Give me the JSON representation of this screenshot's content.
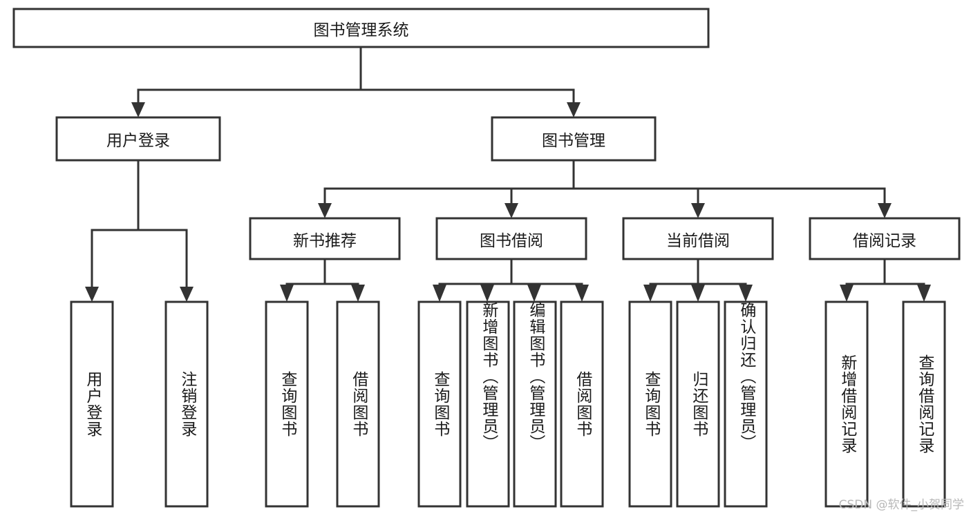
{
  "diagram": {
    "title": "图书管理系统",
    "type": "tree-hierarchy",
    "watermark": "CSDN @软件_小贺同学",
    "colors": {
      "stroke": "#333333",
      "fill": "#ffffff",
      "text": "#1a1a1a",
      "watermark": "#b8b8b8"
    },
    "levels": {
      "root": {
        "label": "图书管理系统"
      },
      "level2": [
        {
          "id": "user-login",
          "label": "用户登录"
        },
        {
          "id": "book-manage",
          "label": "图书管理"
        }
      ],
      "level3": [
        {
          "id": "new-book-recommend",
          "label": "新书推荐"
        },
        {
          "id": "book-borrow",
          "label": "图书借阅"
        },
        {
          "id": "current-borrow",
          "label": "当前借阅"
        },
        {
          "id": "borrow-record",
          "label": "借阅记录"
        }
      ],
      "leaves": {
        "user-login": [
          {
            "id": "leaf-user-login",
            "label": "用户登录"
          },
          {
            "id": "leaf-user-logout",
            "label": "注销登录"
          }
        ],
        "new-book-recommend": [
          {
            "id": "leaf-query-book-1",
            "label": "查询图书"
          },
          {
            "id": "leaf-borrow-book-1",
            "label": "借阅图书"
          }
        ],
        "book-borrow": [
          {
            "id": "leaf-query-book-2",
            "label": "查询图书"
          },
          {
            "id": "leaf-add-book",
            "label": "新增图书（管理员）"
          },
          {
            "id": "leaf-edit-book",
            "label": "编辑图书（管理员）"
          },
          {
            "id": "leaf-borrow-book-2",
            "label": "借阅图书"
          }
        ],
        "current-borrow": [
          {
            "id": "leaf-query-book-3",
            "label": "查询图书"
          },
          {
            "id": "leaf-return-book",
            "label": "归还图书"
          },
          {
            "id": "leaf-confirm-return",
            "label": "确认归还（管理员）"
          }
        ],
        "borrow-record": [
          {
            "id": "leaf-add-record",
            "label": "新增借阅记录"
          },
          {
            "id": "leaf-query-record",
            "label": "查询借阅记录"
          }
        ]
      }
    }
  }
}
